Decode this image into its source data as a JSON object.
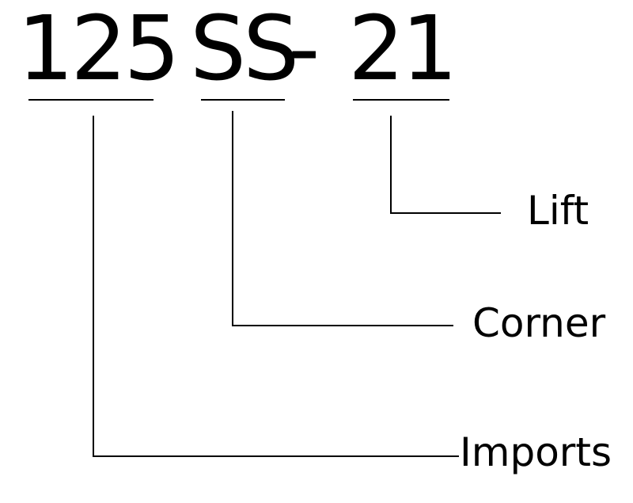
{
  "code": {
    "number": "125",
    "letters": "SS",
    "dash": "-",
    "size": "21"
  },
  "labels": {
    "lift": "Lift",
    "corner": "Corner",
    "imports": "Imports"
  }
}
